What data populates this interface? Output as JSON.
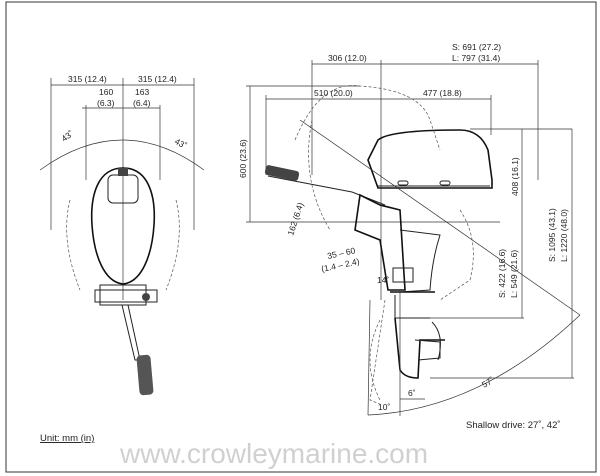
{
  "watermark": "www.crowleymarine.com",
  "front_view": {
    "width_left": "315 (12.4)",
    "width_right": "315 (12.4)",
    "half_left_mm": "160",
    "half_left_in": "(6.3)",
    "half_right_mm": "163",
    "half_right_in": "(6.4)",
    "steer_left": "43˚",
    "steer_right": "43˚"
  },
  "side_view": {
    "tilt_reach": "306 (12.0)",
    "length_s": "S: 691 (27.2)",
    "length_l": "L: 797 (31.4)",
    "tiller_reach": "510 (20.0)",
    "front_reach": "477 (18.8)",
    "tilt_height": "600 (23.6)",
    "cowl_height": "408 (16.1)",
    "clamp_depth": "162 (6.4)",
    "transom_mm": "35 – 60",
    "transom_in": "(1.4 – 2.4)",
    "trim_14": "14˚",
    "shaft_s": "S: 422 (16.6)",
    "shaft_l": "L: 549 (21.6)",
    "total_s": "S: 1095 (43.1)",
    "total_l": "L: 1220 (48.0)",
    "tilt_57": "57˚",
    "angle_6": "6˚",
    "angle_10": "10˚",
    "shallow_drive": "Shallow drive: 27˚, 42˚"
  },
  "unit_label": "Unit: mm (in)"
}
